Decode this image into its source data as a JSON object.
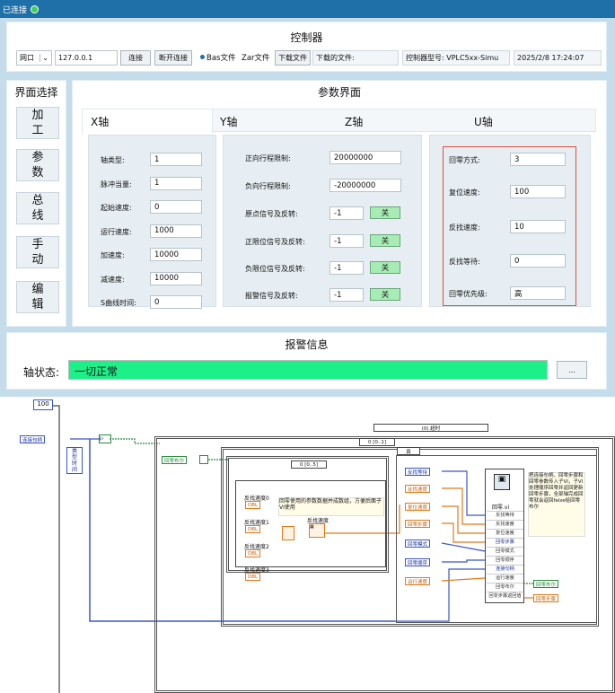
{
  "window": {
    "status": "已连接"
  },
  "controller": {
    "title": "控制器",
    "port_label": "网口",
    "ip": "127.0.0.1",
    "connect": "连接",
    "disconnect": "断开连接",
    "bas_file": "Bas文件",
    "zar_file": "Zar文件",
    "download_file": "下载文件",
    "downloaded_label": "下载的文件:",
    "model_label": "控制器型号: VPLC5xx-Simu",
    "datetime": "2025/2/8 17:24:07"
  },
  "sidebar": {
    "title": "界面选择",
    "items": [
      "加\n工",
      "参\n数",
      "总\n线",
      "手\n动",
      "编\n辑"
    ]
  },
  "params": {
    "title": "参数界面",
    "tabs": [
      "X轴",
      "Y轴",
      "Z轴",
      "U轴"
    ],
    "x_fields": [
      {
        "label": "轴类型:",
        "value": "1"
      },
      {
        "label": "脉冲当量:",
        "value": "1"
      },
      {
        "label": "起始速度:",
        "value": "0"
      },
      {
        "label": "运行速度:",
        "value": "1000"
      },
      {
        "label": "加速度:",
        "value": "10000"
      },
      {
        "label": "减速度:",
        "value": "10000"
      },
      {
        "label": "S曲线时间:",
        "value": "0"
      }
    ],
    "y_fields": [
      {
        "label": "正向行程限制:",
        "value": "20000000"
      },
      {
        "label": "负向行程限制:",
        "value": "-20000000"
      },
      {
        "label": "原点信号及反转:",
        "value": "-1",
        "toggle": "关"
      },
      {
        "label": "正限位信号及反转:",
        "value": "-1",
        "toggle": "关"
      },
      {
        "label": "负限位信号及反转:",
        "value": "-1",
        "toggle": "关"
      },
      {
        "label": "报警信号及反转:",
        "value": "-1",
        "toggle": "关"
      }
    ],
    "u_fields": [
      {
        "label": "回零方式:",
        "value": "3"
      },
      {
        "label": "复位速度:",
        "value": "100"
      },
      {
        "label": "反找速度:",
        "value": "10"
      },
      {
        "label": "反找等待:",
        "value": "0"
      },
      {
        "label": "回零优先级:",
        "value": "高"
      }
    ]
  },
  "alarm": {
    "title": "报警信息",
    "label": "轴状态:",
    "value": "一切正常",
    "more": "...",
    "color": "#1ef089"
  },
  "diagram": {
    "const_100": "100",
    "connect_handle": "连接句柄",
    "type_time": "类\n型\n时\n间",
    "case_timeout": "(0) 超时",
    "seq_frame": "0 [0..1]",
    "true_case": "真",
    "home_bool": "回零布尔",
    "sub_frame": "0 [0..5]",
    "comment1": "回零使用的参数数据并成数组，方便后面子VI使用",
    "speed0": "反找速度0",
    "speed1": "反找速度1",
    "speed2": "反找速度2",
    "speed3": "反找速度3",
    "speed_array": "反找速度",
    "dbl": "DBL",
    "inputs": [
      "反找等待",
      "反找速度",
      "复位速度",
      "回零步骤",
      "回零模式",
      "回零顺序",
      "运行速度"
    ],
    "subvi": "回零.vi",
    "subvi_terms": [
      "反找等待",
      "反找速度",
      "复位速度",
      "回零步骤",
      "回零模式",
      "回零顺序",
      "连接句柄",
      "运行速度",
      "回零布尔",
      "回零步骤返回值"
    ],
    "comment2": "把连接句柄、回零步骤和回零参数传入子VI，子VI处理顺序回零并返回更新回零步骤，全部轴完成回零就会返回false给回零布尔",
    "out1": "回零布尔",
    "out2": "回零步骤"
  }
}
